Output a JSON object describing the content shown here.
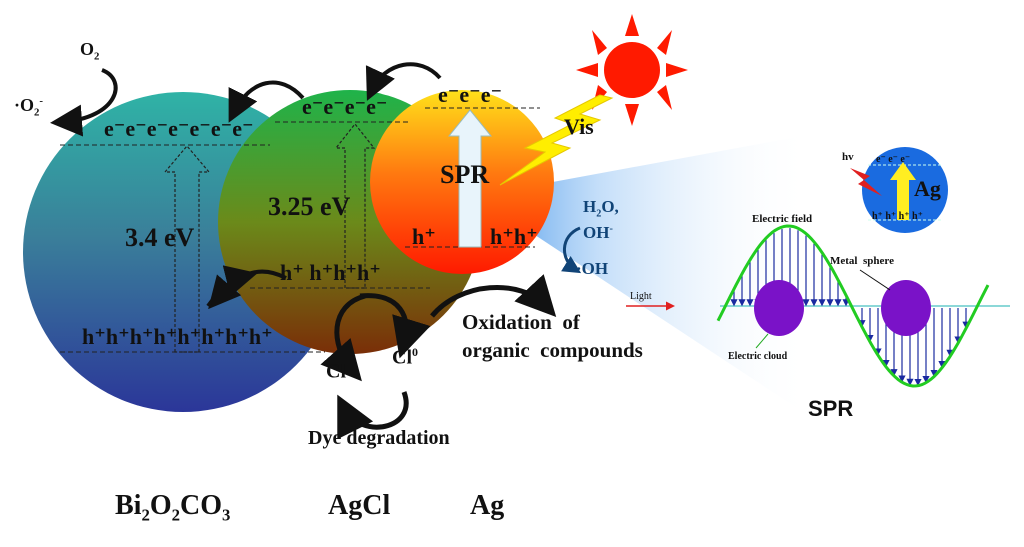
{
  "bi2o2co3": {
    "electrons": "e⁻e⁻e⁻e⁻e⁻e⁻e⁻",
    "holes": "h⁺h⁺h⁺h⁺h⁺h⁺h⁺h⁺",
    "bandgap": "3.4 eV",
    "label_main": "Bi",
    "label_sub1": "2",
    "label_mid": "O",
    "label_sub2": "2",
    "label_tail": "CO",
    "label_sub3": "3"
  },
  "agcl": {
    "electrons": "e⁻e⁻e⁻e⁻",
    "holes": "h⁺ h⁺h⁺h⁺",
    "bandgap": "3.25 eV",
    "label": "AgCl"
  },
  "ag": {
    "electrons": "e⁻e⁻e⁻",
    "spr": "SPR",
    "hole_left": "h⁺",
    "holes_right": "h⁺h⁺",
    "label": "Ag"
  },
  "oxygen": {
    "o2": "O",
    "o2_sub": "2",
    "radical": "·O",
    "radical_sub": "2",
    "radical_sup": "-"
  },
  "water": {
    "h2o": "H",
    "h2o_sub": "2",
    "h2o_tail": "O,",
    "oh": "OH",
    "oh_sup": "-",
    "radical": "·OH"
  },
  "chloride": {
    "cl_minus": "Cl",
    "cl_minus_sup": "-",
    "cl_zero": "Cl",
    "cl_zero_sup": "0"
  },
  "labels": {
    "vis": "Vis",
    "oxidation_line1": "Oxidation  of",
    "oxidation_line2": "organic  compounds",
    "dye": "Dye degradation"
  },
  "inset": {
    "hv": "hv",
    "ag": "Ag",
    "electrons": "e⁻ e⁻ e⁻",
    "holes": "h⁺ h⁺  h⁺ h⁺",
    "electric_field": "Electric field",
    "metal_sphere": "Metal  sphere",
    "light": "Light",
    "electric_cloud": "Electric cloud",
    "spr": "SPR"
  },
  "colors": {
    "bi_top": "#2aa3a3",
    "bi_bottom": "#2a3a9e",
    "agcl_top": "#22b14c",
    "agcl_bottom": "#7a3a10",
    "ag_top": "#ffd21f",
    "ag_bottom": "#ff2a00",
    "sun": "#ff1a00",
    "bolt": "#ffee00",
    "wave": "#22cc22",
    "arrow_blue": "#1a2aa0",
    "sphere": "#7a12c8",
    "inset_circle": "#1a6be0"
  }
}
